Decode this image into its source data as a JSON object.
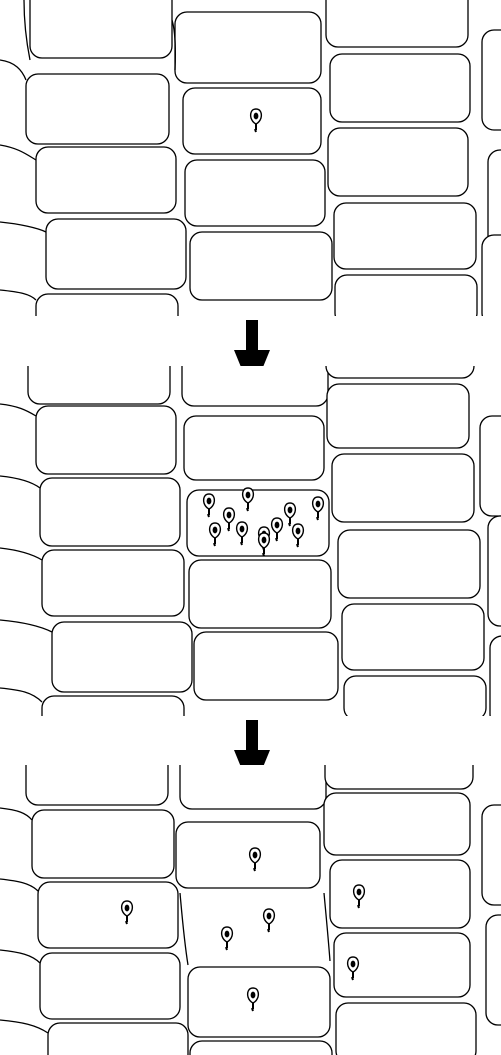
{
  "diagram": {
    "stages": [
      {
        "name": "initial-single-nucleus",
        "organism_count": 1
      },
      {
        "name": "multiplication-in-cell",
        "organism_count": 11
      },
      {
        "name": "dispersal-to-neighboring-cells",
        "organism_count": 7
      }
    ],
    "icons": [
      "arrow-down-icon",
      "arrow-down-icon"
    ],
    "colors": {
      "line": "#000000",
      "background": "#ffffff"
    }
  }
}
